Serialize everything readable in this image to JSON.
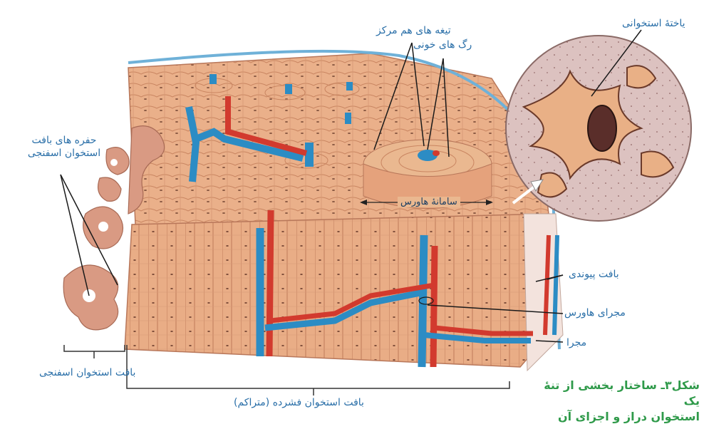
{
  "labels": {
    "concentric_lamellae": "تیغه های هم مرکز",
    "blood_vessels": "رگ های خونی",
    "bone_cell": "یاختهٔ استخوانی",
    "spongy_cavities_line1": "حفره های بافت",
    "spongy_cavities_line2": "استخوان اسفنجی",
    "haversian_system": "سامانهٔ هاورس",
    "connective_tissue": "بافت پیوندی",
    "haversian_canal": "مجرای هاورس",
    "canal": "مجرا",
    "spongy_bone": "بافت استخوان اسفنجی",
    "compact_bone": "بافت استخوان فشرده (متراکم)"
  },
  "caption": {
    "line1": "شکل۳ـ ساختار بخشی از تنهٔ یک",
    "line2": "استخوان دراز و اجزای آن"
  },
  "colors": {
    "label_blue": "#2a6fa8",
    "caption_green": "#2f9a4a",
    "bone_tan": "#e7a87f",
    "bone_dark": "#c98561",
    "vessel_red": "#d23a2e",
    "vessel_blue": "#2c8cc4"
  }
}
